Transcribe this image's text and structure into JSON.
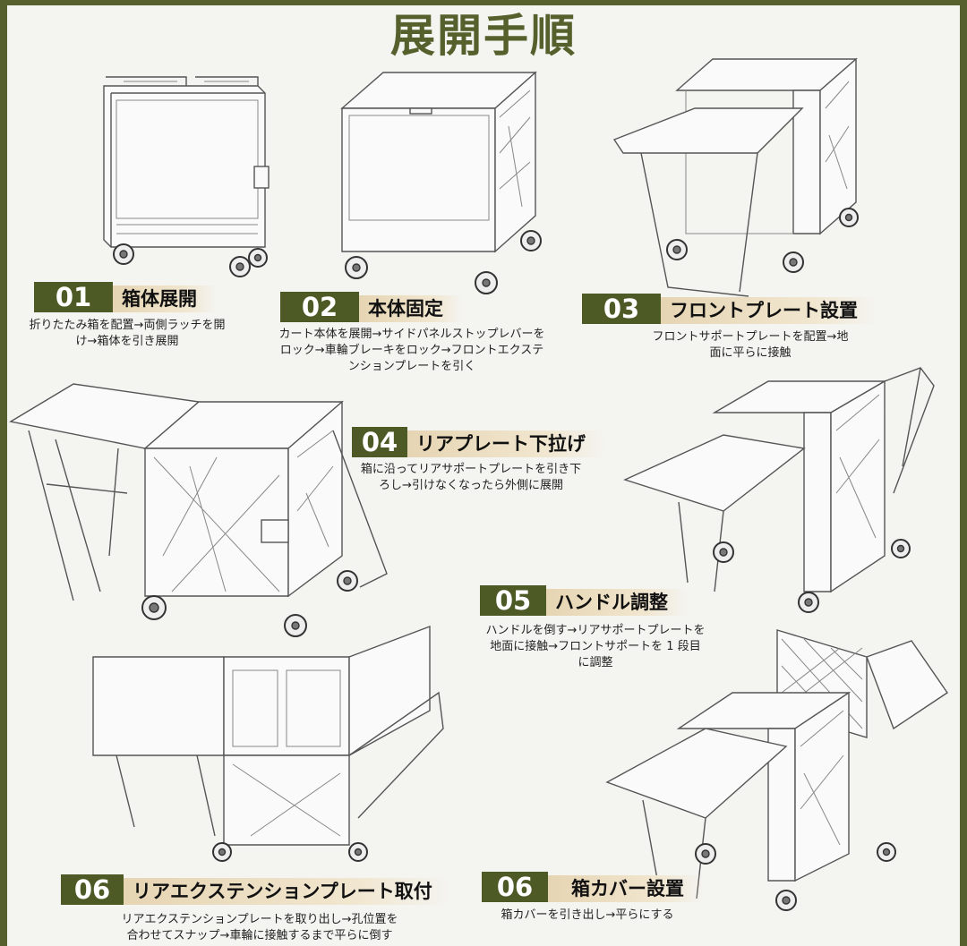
{
  "page": {
    "title": "展開手順"
  },
  "steps": [
    {
      "num": "01",
      "name": "箱体展開",
      "desc_lines": [
        "折りたたみ箱を配置→両側ラッチを開",
        "け→箱体を引き展開"
      ]
    },
    {
      "num": "02",
      "name": "本体固定",
      "desc_lines": [
        "カート本体を展開→サイドパネルストップレバーを",
        "ロック→車輪ブレーキをロック→フロントエクステ",
        "ンションプレートを引く"
      ]
    },
    {
      "num": "03",
      "name": "フロントプレート設置",
      "desc_lines": [
        "フロントサポートプレートを配置→地",
        "面に平らに接触"
      ]
    },
    {
      "num": "04",
      "name": "リアプレート下拉げ",
      "desc_lines": [
        "箱に沿ってリアサポートプレートを引き下",
        "ろし→引けなくなったら外側に展開"
      ]
    },
    {
      "num": "05",
      "name": "ハンドル調整",
      "desc_lines": [
        "ハンドルを倒す→リアサポートプレートを",
        "地面に接触→フロントサポートを 1 段目",
        "に調整"
      ]
    },
    {
      "num": "06",
      "name": "リアエクステンションプレート取付",
      "desc_lines": [
        "リアエクステンションプレートを取り出し→孔位置を",
        "合わせてスナップ→車輪に接触するまで平らに倒す"
      ]
    },
    {
      "num": "06",
      "name": "箱カバー設置",
      "desc_lines": [
        "箱カバーを引き出し→平らにする"
      ]
    }
  ],
  "colors": {
    "frame": "#56602f",
    "num_bg": "#4d5a26",
    "label_bg": "#e6d5b3",
    "title": "#55602c"
  },
  "illustrations": [
    "folded-cart",
    "cart-with-lid",
    "cart-front-plate",
    "cart-rear-plate",
    "cart-handle-adjust",
    "cart-rear-extension",
    "cart-box-cover"
  ]
}
